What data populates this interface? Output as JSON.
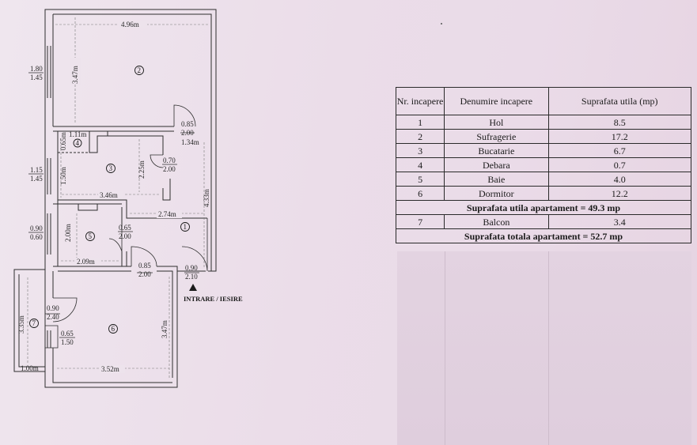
{
  "plan": {
    "dimensions": {
      "d_496": "4.96m",
      "d_347_top": "3.47m",
      "d_111": "1.11m",
      "d_065": "0.65m",
      "d_150": "1.50m",
      "d_225": "2.25m",
      "d_346": "3.46m",
      "d_134": "1.34m",
      "d_433": "4.33m",
      "d_274": "2.74m",
      "d_200": "2.00m",
      "d_209": "2.09m",
      "d_335": "3.35m",
      "d_347_bottom": "3.47m",
      "d_352": "3.52m",
      "d_100": "1.00m"
    },
    "windows": {
      "w1_top": "1.80",
      "w1_bot": "1.45",
      "w2_top": "1.15",
      "w2_bot": "1.45",
      "w3_top": "0.90",
      "w3_bot": "0.60"
    },
    "doors": {
      "door_a_top": "0.85",
      "door_a_bot": "2.00",
      "door_b_top": "0.70",
      "door_b_bot": "2.00",
      "door_c_top": "0.65",
      "door_c_bot": "2.00",
      "door_d_top": "0.85",
      "door_d_bot": "2.00",
      "door_e_top": "0.90",
      "door_e_bot": "2.10",
      "door_f_top": "0.90",
      "door_f_bot": "2.40",
      "door_g_top": "0.65",
      "door_g_bot": "1.50"
    },
    "room_numbers": {
      "r1": "1",
      "r2": "2",
      "r3": "3",
      "r4": "4",
      "r5": "5",
      "r6": "6",
      "r7": "7"
    },
    "entrance_label": "INTRARE / IESIRE"
  },
  "table": {
    "headers": {
      "nr": "Nr. incapere",
      "name": "Denumire incapere",
      "area": "Suprafata utila (mp)"
    },
    "rows": [
      {
        "nr": "1",
        "name": "Hol",
        "area": "8.5"
      },
      {
        "nr": "2",
        "name": "Sufragerie",
        "area": "17.2"
      },
      {
        "nr": "3",
        "name": "Bucatarie",
        "area": "6.7"
      },
      {
        "nr": "4",
        "name": "Debara",
        "area": "0.7"
      },
      {
        "nr": "5",
        "name": "Baie",
        "area": "4.0"
      },
      {
        "nr": "6",
        "name": "Dormitor",
        "area": "12.2"
      }
    ],
    "subtotal": "Suprafata utila apartament = 49.3 mp",
    "balcony": {
      "nr": "7",
      "name": "Balcon",
      "area": "3.4"
    },
    "total": "Suprafata totala apartament = 52.7 mp"
  }
}
